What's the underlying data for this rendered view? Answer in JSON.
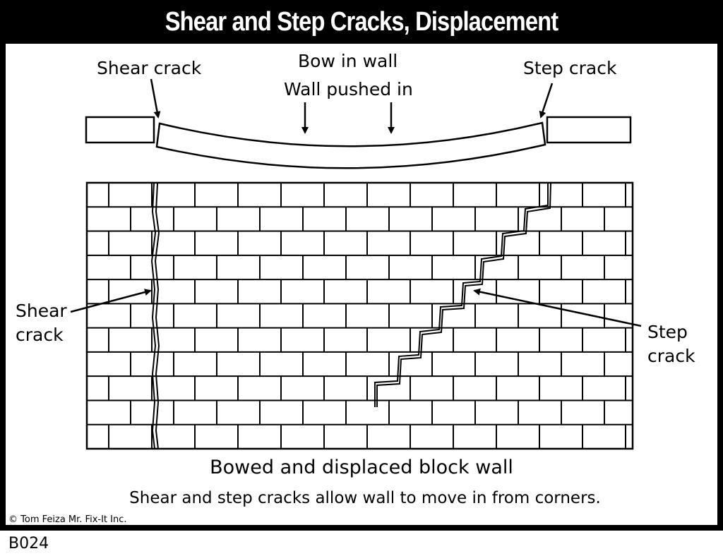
{
  "title": "Shear and Step Cracks, Displacement",
  "top_view": {
    "label_left": "Shear crack",
    "label_center_1": "Bow in wall",
    "label_center_2": "Wall pushed in",
    "label_right": "Step crack"
  },
  "wall_view": {
    "label_left": "Shear\ncrack",
    "label_right": "Step\ncrack"
  },
  "caption_main": "Bowed and displaced block wall",
  "caption_sub": "Shear and step cracks allow wall to move in from corners.",
  "copyright": "© Tom Feiza Mr. Fix-It Inc.",
  "figure_code": "B024",
  "colors": {
    "ink": "#000000",
    "paper": "#ffffff"
  }
}
